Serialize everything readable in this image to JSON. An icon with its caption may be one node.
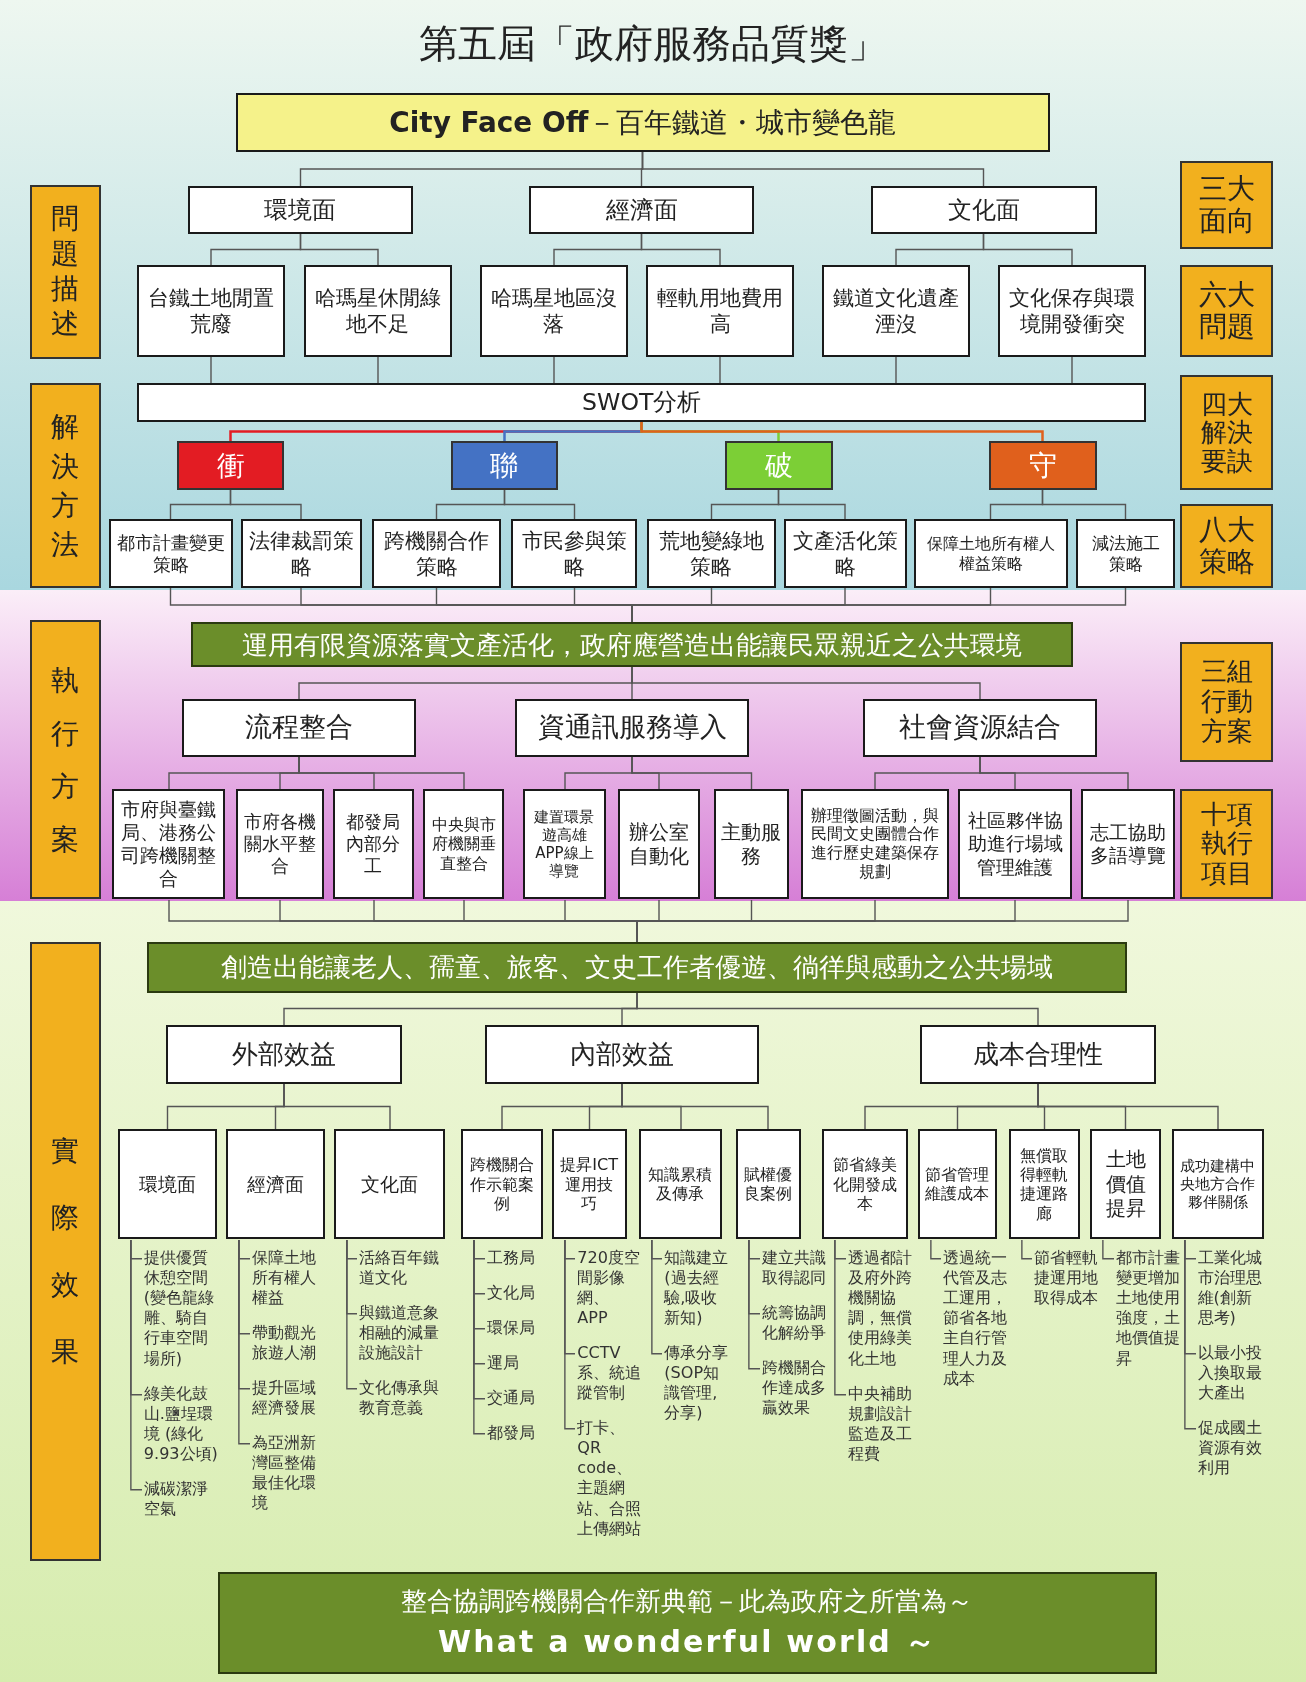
{
  "diagram": {
    "title": "第五屆「政府服務品質獎」",
    "nodes": [
      {
        "text": [
          "**City Face Off**－百年鐵道・城市變色龍"
        ]
      },
      {
        "text": [
          "環境面"
        ]
      },
      {
        "text": [
          "經濟面"
        ]
      },
      {
        "text": [
          "文化面"
        ]
      },
      {
        "text": [
          "台鐵土地閒置荒廢"
        ]
      },
      {
        "text": [
          "哈瑪星休閒綠地不足"
        ]
      },
      {
        "text": [
          "哈瑪星地區沒落"
        ]
      },
      {
        "text": [
          "輕軌用地費用高"
        ]
      },
      {
        "text": [
          "鐵道文化遺產湮沒"
        ]
      },
      {
        "text": [
          "文化保存與環境開發衝突"
        ]
      },
      {
        "text": [
          "SWOT分析"
        ]
      },
      {
        "text": [
          "衝"
        ]
      },
      {
        "text": [
          "聯"
        ]
      },
      {
        "text": [
          "破"
        ]
      },
      {
        "text": [
          "守"
        ]
      },
      {
        "text": [
          "都市計畫變更策略"
        ]
      },
      {
        "text": [
          "法律裁罰策略"
        ]
      },
      {
        "text": [
          "跨機關合作策略"
        ]
      },
      {
        "text": [
          "市民參與策略"
        ]
      },
      {
        "text": [
          "荒地變綠地策略"
        ]
      },
      {
        "text": [
          "文產活化策略"
        ]
      },
      {
        "text": [
          "保障土地所有權人權益策略"
        ]
      },
      {
        "text": [
          "減法施工策略"
        ]
      },
      {
        "text": [
          "運用有限資源落實文產活化，政府應營造出能讓民眾親近之公共環境"
        ]
      },
      {
        "text": [
          "流程整合"
        ]
      },
      {
        "text": [
          "資通訊服務導入"
        ]
      },
      {
        "text": [
          "社會資源結合"
        ]
      },
      {
        "text": [
          "市府與臺鐵局、港務公司跨機關整合"
        ]
      },
      {
        "text": [
          "市府各機關水平整合"
        ]
      },
      {
        "text": [
          "都發局內部分工"
        ]
      },
      {
        "text": [
          "中央與市府機關垂直整合"
        ]
      },
      {
        "text": [
          "建置環景遊高雄APP線上導覽"
        ]
      },
      {
        "text": [
          "辦公室自動化"
        ]
      },
      {
        "text": [
          "主動服務"
        ]
      },
      {
        "text": [
          "辦理徵圖活動，與民間文史團體合作進行歷史建築保存規劃"
        ]
      },
      {
        "text": [
          "社區夥伴協助進行場域管理維護"
        ]
      },
      {
        "text": [
          "志工協助多語導覽"
        ]
      },
      {
        "text": [
          "創造出能讓老人、孺童、旅客、文史工作者優遊、徜徉與感動之公共場域"
        ]
      },
      {
        "text": [
          "外部效益"
        ]
      },
      {
        "text": [
          "內部效益"
        ]
      },
      {
        "text": [
          "成本合理性"
        ]
      },
      {
        "text": [
          "環境面"
        ]
      },
      {
        "text": [
          "經濟面"
        ]
      },
      {
        "text": [
          "文化面"
        ]
      },
      {
        "text": [
          "跨機關合作示範案例"
        ]
      },
      {
        "text": [
          "提昇ICT運用技巧"
        ]
      },
      {
        "text": [
          "知識累積及傳承"
        ]
      },
      {
        "text": [
          "賦權優良案例"
        ]
      },
      {
        "text": [
          "節省綠美化開發成本"
        ]
      },
      {
        "text": [
          "節省管理維護成本"
        ]
      },
      {
        "text": [
          "無償取得輕軌捷運路廊"
        ]
      },
      {
        "text": [
          "土地價值提昇"
        ]
      },
      {
        "text": [
          "成功建構中央地方合作夥伴關係"
        ]
      },
      {
        "text": [
          "提供優質休憩空間(變色龍綠雕、騎自行車空間場所)"
        ]
      },
      {
        "text": [
          "綠美化鼓山.鹽埕環境 (綠化9.93公頃)"
        ]
      },
      {
        "text": [
          "減碳潔淨空氣"
        ]
      },
      {
        "text": [
          "保障土地所有權人權益"
        ]
      },
      {
        "text": [
          "帶動觀光旅遊人潮"
        ]
      },
      {
        "text": [
          "提升區域經濟發展"
        ]
      },
      {
        "text": [
          "為亞洲新灣區整備最佳化環境"
        ]
      },
      {
        "text": [
          "活絡百年鐵道文化"
        ]
      },
      {
        "text": [
          "與鐵道意象相融的減量設施設計"
        ]
      },
      {
        "text": [
          "文化傳承與教育意義"
        ]
      },
      {
        "text": [
          "工務局"
        ]
      },
      {
        "text": [
          "文化局"
        ]
      },
      {
        "text": [
          "環保局"
        ]
      },
      {
        "text": [
          "運局"
        ]
      },
      {
        "text": [
          "交通局"
        ]
      },
      {
        "text": [
          "都發局"
        ]
      },
      {
        "text": [
          "720度空間影像網、 APP"
        ]
      },
      {
        "text": [
          "CCTV系、統追蹤管制"
        ]
      },
      {
        "text": [
          "打卡、QR code、主題網站、合照上傳網站"
        ]
      },
      {
        "text": [
          "知識建立(過去經驗,吸收新知)"
        ]
      },
      {
        "text": [
          "傳承分享(SOP知識管理,分享)"
        ]
      },
      {
        "text": [
          "建立共識取得認同"
        ]
      },
      {
        "text": [
          "統籌協調化解紛爭"
        ]
      },
      {
        "text": [
          "跨機關合作達成多贏效果"
        ]
      },
      {
        "text": [
          "透過都計及府外跨機關協調，無償使用綠美化土地"
        ]
      },
      {
        "text": [
          "中央補助規劃設計監造及工程費"
        ]
      },
      {
        "text": [
          "透過統一代管及志工運用，節省各地主自行管理人力及成本"
        ]
      },
      {
        "text": [
          "節省輕軌捷運用地取得成本"
        ]
      },
      {
        "text": [
          "都市計畫變更增加土地使用強度，土地價值提昇"
        ]
      },
      {
        "text": [
          "工業化城市治理思維(創新思考)"
        ]
      },
      {
        "text": [
          "以最小投入換取最大產出"
        ]
      },
      {
        "text": [
          "促成國土資源有效利用"
        ]
      },
      {
        "text": [
          "整合協調跨機關合作新典範－此為政府之所當為～",
          "What a wonderful world ～"
        ]
      },
      {
        "text": [
          "問題描述"
        ]
      },
      {
        "text": [
          "解決方法"
        ]
      },
      {
        "text": [
          "執行方案"
        ]
      },
      {
        "text": [
          "實際效果"
        ]
      },
      {
        "text": [
          "三大面向"
        ]
      },
      {
        "text": [
          "六大問題"
        ]
      },
      {
        "text": [
          "四大解決要訣"
        ]
      },
      {
        "text": [
          "八大策略"
        ]
      },
      {
        "text": [
          "三組行動方案"
        ]
      },
      {
        "text": [
          "十項執行項目"
        ]
      }
    ],
    "edges": [
      {
        "from": 0,
        "to": 1,
        "arrow": "none"
      },
      {
        "from": 0,
        "to": 2,
        "arrow": "none"
      },
      {
        "from": 0,
        "to": 3,
        "arrow": "none"
      },
      {
        "from": 1,
        "to": 4,
        "arrow": "none"
      },
      {
        "from": 1,
        "to": 5,
        "arrow": "none"
      },
      {
        "from": 2,
        "to": 6,
        "arrow": "none"
      },
      {
        "from": 2,
        "to": 7,
        "arrow": "none"
      },
      {
        "from": 3,
        "to": 8,
        "arrow": "none"
      },
      {
        "from": 3,
        "to": 9,
        "arrow": "none"
      },
      {
        "from": 4,
        "to": 10,
        "arrow": "none"
      },
      {
        "from": 5,
        "to": 10,
        "arrow": "none"
      },
      {
        "from": 6,
        "to": 10,
        "arrow": "none"
      },
      {
        "from": 7,
        "to": 10,
        "arrow": "none"
      },
      {
        "from": 8,
        "to": 10,
        "arrow": "none"
      },
      {
        "from": 9,
        "to": 10,
        "arrow": "none"
      },
      {
        "from": 10,
        "to": 11,
        "arrow": "none",
        "color": "#e31c23"
      },
      {
        "from": 10,
        "to": 12,
        "arrow": "none",
        "color": "#4472c4"
      },
      {
        "from": 10,
        "to": 13,
        "arrow": "none",
        "color": "#7ccf36"
      },
      {
        "from": 10,
        "to": 14,
        "arrow": "none",
        "color": "#e0601c"
      },
      {
        "from": 11,
        "to": 15,
        "arrow": "none"
      },
      {
        "from": 11,
        "to": 16,
        "arrow": "none"
      },
      {
        "from": 12,
        "to": 17,
        "arrow": "none"
      },
      {
        "from": 12,
        "to": 18,
        "arrow": "none"
      },
      {
        "from": 13,
        "to": 19,
        "arrow": "none"
      },
      {
        "from": 13,
        "to": 20,
        "arrow": "none"
      },
      {
        "from": 14,
        "to": 21,
        "arrow": "none"
      },
      {
        "from": 14,
        "to": 22,
        "arrow": "none"
      },
      {
        "from": 15,
        "to": 23,
        "arrow": "none"
      },
      {
        "from": 16,
        "to": 23,
        "arrow": "none"
      },
      {
        "from": 17,
        "to": 23,
        "arrow": "none"
      },
      {
        "from": 18,
        "to": 23,
        "arrow": "none"
      },
      {
        "from": 19,
        "to": 23,
        "arrow": "none"
      },
      {
        "from": 20,
        "to": 23,
        "arrow": "none"
      },
      {
        "from": 21,
        "to": 23,
        "arrow": "none"
      },
      {
        "from": 22,
        "to": 23,
        "arrow": "none"
      },
      {
        "from": 23,
        "to": 24,
        "arrow": "none"
      },
      {
        "from": 23,
        "to": 25,
        "arrow": "none"
      },
      {
        "from": 23,
        "to": 26,
        "arrow": "none"
      },
      {
        "from": 24,
        "to": 27,
        "arrow": "none"
      },
      {
        "from": 24,
        "to": 28,
        "arrow": "none"
      },
      {
        "from": 24,
        "to": 29,
        "arrow": "none"
      },
      {
        "from": 24,
        "to": 30,
        "arrow": "none"
      },
      {
        "from": 25,
        "to": 31,
        "arrow": "none"
      },
      {
        "from": 25,
        "to": 32,
        "arrow": "none"
      },
      {
        "from": 25,
        "to": 33,
        "arrow": "none"
      },
      {
        "from": 26,
        "to": 34,
        "arrow": "none"
      },
      {
        "from": 26,
        "to": 35,
        "arrow": "none"
      },
      {
        "from": 26,
        "to": 36,
        "arrow": "none"
      },
      {
        "from": 27,
        "to": 37,
        "arrow": "none"
      },
      {
        "from": 28,
        "to": 37,
        "arrow": "none"
      },
      {
        "from": 29,
        "to": 37,
        "arrow": "none"
      },
      {
        "from": 30,
        "to": 37,
        "arrow": "none"
      },
      {
        "from": 31,
        "to": 37,
        "arrow": "none"
      },
      {
        "from": 32,
        "to": 37,
        "arrow": "none"
      },
      {
        "from": 33,
        "to": 37,
        "arrow": "none"
      },
      {
        "from": 34,
        "to": 37,
        "arrow": "none"
      },
      {
        "from": 35,
        "to": 37,
        "arrow": "none"
      },
      {
        "from": 36,
        "to": 37,
        "arrow": "none"
      },
      {
        "from": 37,
        "to": 38,
        "arrow": "none"
      },
      {
        "from": 37,
        "to": 39,
        "arrow": "none"
      },
      {
        "from": 37,
        "to": 40,
        "arrow": "none"
      },
      {
        "from": 38,
        "to": 41,
        "arrow": "none"
      },
      {
        "from": 38,
        "to": 42,
        "arrow": "none"
      },
      {
        "from": 38,
        "to": 43,
        "arrow": "none"
      },
      {
        "from": 39,
        "to": 44,
        "arrow": "none"
      },
      {
        "from": 39,
        "to": 45,
        "arrow": "none"
      },
      {
        "from": 39,
        "to": 46,
        "arrow": "none"
      },
      {
        "from": 39,
        "to": 47,
        "arrow": "none"
      },
      {
        "from": 40,
        "to": 48,
        "arrow": "none"
      },
      {
        "from": 40,
        "to": 49,
        "arrow": "none"
      },
      {
        "from": 40,
        "to": 50,
        "arrow": "none"
      },
      {
        "from": 40,
        "to": 51,
        "arrow": "none"
      },
      {
        "from": 40,
        "to": 52,
        "arrow": "none"
      },
      {
        "from": 41,
        "to": 53,
        "arrow": "none"
      },
      {
        "from": 41,
        "to": 54,
        "arrow": "none"
      },
      {
        "from": 41,
        "to": 55,
        "arrow": "none"
      },
      {
        "from": 42,
        "to": 56,
        "arrow": "none"
      },
      {
        "from": 42,
        "to": 57,
        "arrow": "none"
      },
      {
        "from": 42,
        "to": 58,
        "arrow": "none"
      },
      {
        "from": 42,
        "to": 59,
        "arrow": "none"
      },
      {
        "from": 43,
        "to": 60,
        "arrow": "none"
      },
      {
        "from": 43,
        "to": 61,
        "arrow": "none"
      },
      {
        "from": 43,
        "to": 62,
        "arrow": "none"
      },
      {
        "from": 44,
        "to": 63,
        "arrow": "none"
      },
      {
        "from": 44,
        "to": 64,
        "arrow": "none"
      },
      {
        "from": 44,
        "to": 65,
        "arrow": "none"
      },
      {
        "from": 44,
        "to": 66,
        "arrow": "none"
      },
      {
        "from": 44,
        "to": 67,
        "arrow": "none"
      },
      {
        "from": 44,
        "to": 68,
        "arrow": "none"
      },
      {
        "from": 45,
        "to": 69,
        "arrow": "none"
      },
      {
        "from": 45,
        "to": 70,
        "arrow": "none"
      },
      {
        "from": 45,
        "to": 71,
        "arrow": "none"
      },
      {
        "from": 46,
        "to": 72,
        "arrow": "none"
      },
      {
        "from": 46,
        "to": 73,
        "arrow": "none"
      },
      {
        "from": 47,
        "to": 74,
        "arrow": "none"
      },
      {
        "from": 47,
        "to": 75,
        "arrow": "none"
      },
      {
        "from": 47,
        "to": 76,
        "arrow": "none"
      },
      {
        "from": 48,
        "to": 77,
        "arrow": "none"
      },
      {
        "from": 48,
        "to": 78,
        "arrow": "none"
      },
      {
        "from": 49,
        "to": 79,
        "arrow": "none"
      },
      {
        "from": 50,
        "to": 80,
        "arrow": "none"
      },
      {
        "from": 51,
        "to": 81,
        "arrow": "none"
      },
      {
        "from": 52,
        "to": 82,
        "arrow": "none"
      },
      {
        "from": 52,
        "to": 83,
        "arrow": "none"
      },
      {
        "from": 52,
        "to": 84,
        "arrow": "none"
      }
    ]
  }
}
